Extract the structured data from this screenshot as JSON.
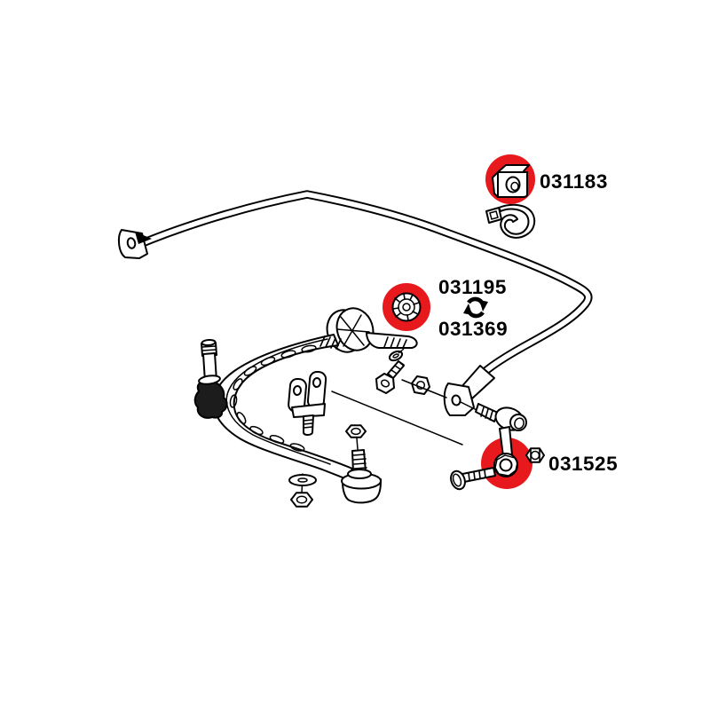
{
  "colors": {
    "highlight_red": "#e8191c",
    "line_black": "#000000",
    "background_white": "#ffffff"
  },
  "parts": {
    "stabilizer_bushing": {
      "number": "031183"
    },
    "control_arm_bushing_primary": {
      "number": "031195"
    },
    "control_arm_bushing_alternate": {
      "number": "031369"
    },
    "stabilizer_link_bushing": {
      "number": "031525"
    }
  },
  "icons": {
    "swap_arrows": "swap-arrows-icon"
  }
}
